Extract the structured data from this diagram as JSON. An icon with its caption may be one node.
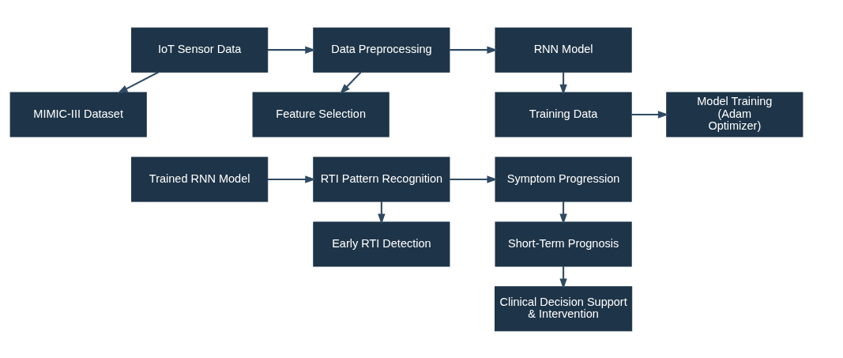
{
  "diagram": {
    "nodes": [
      {
        "text": [
          "IoT Sensor Data"
        ]
      },
      {
        "text": [
          "Data Preprocessing"
        ]
      },
      {
        "text": [
          "RNN Model"
        ]
      },
      {
        "text": [
          "MIMIC-III Dataset"
        ]
      },
      {
        "text": [
          "Feature Selection"
        ]
      },
      {
        "text": [
          "Training Data"
        ]
      },
      {
        "text": [
          "Model Training (Adam Optimizer)"
        ]
      },
      {
        "text": [
          "Trained RNN Model"
        ]
      },
      {
        "text": [
          "RTI Pattern Recognition"
        ]
      },
      {
        "text": [
          "Symptom Progression"
        ]
      },
      {
        "text": [
          "Early RTI Detection"
        ]
      },
      {
        "text": [
          "Short-Term Prognosis"
        ]
      },
      {
        "text": [
          "Clinical Decision Support & Intervention"
        ]
      }
    ],
    "edges": [
      {
        "from": 0,
        "to": 1,
        "arrow": "to"
      },
      {
        "from": 1,
        "to": 2,
        "arrow": "to"
      },
      {
        "from": 0,
        "to": 3,
        "arrow": "to"
      },
      {
        "from": 1,
        "to": 4,
        "arrow": "to"
      },
      {
        "from": 2,
        "to": 5,
        "arrow": "to"
      },
      {
        "from": 5,
        "to": 6,
        "arrow": "to"
      },
      {
        "from": 7,
        "to": 8,
        "arrow": "to"
      },
      {
        "from": 8,
        "to": 9,
        "arrow": "to"
      },
      {
        "from": 8,
        "to": 10,
        "arrow": "to"
      },
      {
        "from": 9,
        "to": 11,
        "arrow": "to"
      },
      {
        "from": 11,
        "to": 12,
        "arrow": "to"
      }
    ]
  }
}
